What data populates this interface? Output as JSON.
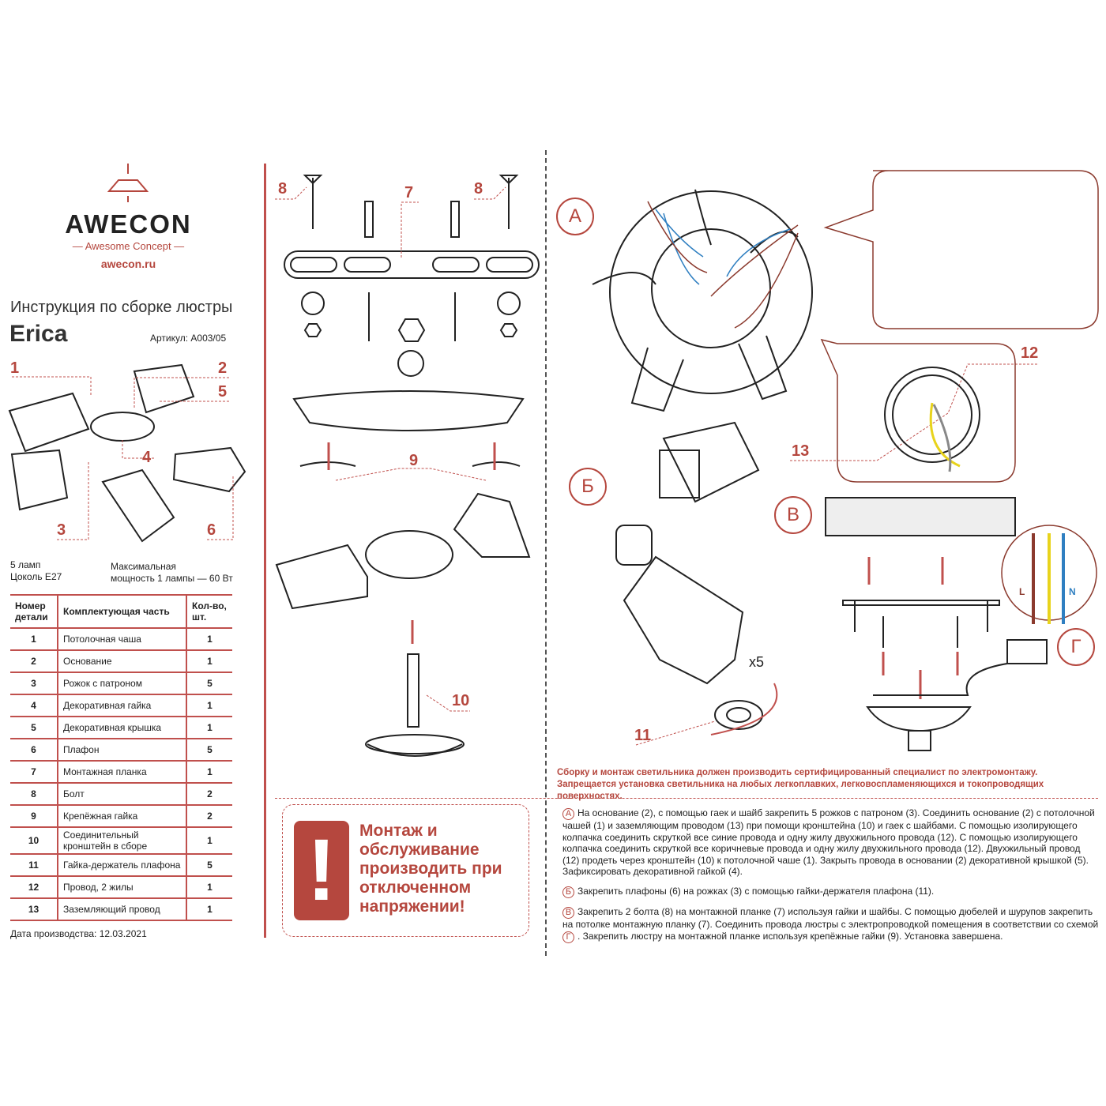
{
  "brand": {
    "name": "AWECON",
    "tagline": "— Awesome Concept —",
    "url": "awecon.ru"
  },
  "doc": {
    "title": "Инструкция по сборке люстры",
    "model": "Erica",
    "article": "Артикул: A003/05"
  },
  "specs": {
    "lamps": "5 ламп",
    "base": "Цоколь E27",
    "power_line1": "Максимальная",
    "power_line2": "мощность 1 лампы — 60 Вт"
  },
  "table": {
    "headers": [
      "Номер детали",
      "Комплектующая часть",
      "Кол-во, шт."
    ],
    "rows": [
      [
        "1",
        "Потолочная чаша",
        "1"
      ],
      [
        "2",
        "Основание",
        "1"
      ],
      [
        "3",
        "Рожок с патроном",
        "5"
      ],
      [
        "4",
        "Декоративная гайка",
        "1"
      ],
      [
        "5",
        "Декоративная крышка",
        "1"
      ],
      [
        "6",
        "Плафон",
        "5"
      ],
      [
        "7",
        "Монтажная планка",
        "1"
      ],
      [
        "8",
        "Болт",
        "2"
      ],
      [
        "9",
        "Крепёжная гайка",
        "2"
      ],
      [
        "10",
        "Соединительный кронштейн в сборе",
        "1"
      ],
      [
        "11",
        "Гайка-держатель плафона",
        "5"
      ],
      [
        "12",
        "Провод, 2 жилы",
        "1"
      ],
      [
        "13",
        "Заземляющий провод",
        "1"
      ]
    ]
  },
  "production_date": "Дата производства: 12.03.2021",
  "labels": {
    "l1": "1",
    "l2": "2",
    "l3": "3",
    "l4": "4",
    "l5": "5",
    "l6": "6",
    "l7": "7",
    "l8a": "8",
    "l8b": "8",
    "l9": "9",
    "l10": "10",
    "l11": "11",
    "l12": "12",
    "l13": "13",
    "x5": "x5",
    "A": "А",
    "B": "Б",
    "V": "В",
    "G": "Г",
    "L": "L",
    "N": "N"
  },
  "warning": "Монтаж и обслуживание производить при отключенном напряжении!",
  "notice": {
    "line1": "Сборку и монтаж светильника должен производить сертифицированный специалист по электромонтажу.",
    "line2": "Запрещается установка светильника на любых легкоплавких, легковоспламеняющихся и токопроводящих поверхностях."
  },
  "steps": [
    {
      "marker": "А",
      "text": "На основание (2), с помощью гаек и шайб закрепить 5 рожков с патроном (3). Соединить основание (2) с потолочной чашей (1) и заземляющим проводом (13) при помощи кронштейна (10) и гаек с шайбами. С помощью изолирующего колпачка соединить скруткой все синие провода и одну жилу двухжильного провода (12). С помощью изолирующего колпачка соединить скруткой все коричневые провода и одну жилу двухжильного провода (12). Двухжильный провод (12) продеть через кронштейн (10) к потолочной чаше (1). Закрыть провода в основании (2) декоративной крышкой (5). Зафиксировать декоративной гайкой (4)."
    },
    {
      "marker": "Б",
      "text": "Закрепить плафоны (6) на рожках (3) с помощью гайки-держателя плафона (11)."
    },
    {
      "marker": "В",
      "text": "Закрепить 2 болта (8) на монтажной планке (7) используя гайки и шайбы. С помощью дюбелей и шурупов закрепить на потолке монтажную планку (7). Соединить провода люстры с электропроводкой помещения в соответствии со схемой",
      "marker2": "Г",
      "text2": ". Закрепить люстру на монтажной планке используя крепёжные гайки (9). Установка завершена."
    }
  ],
  "colors": {
    "accent": "#b5473e",
    "wire_brown": "#8b3a2e",
    "wire_blue": "#2f7fc1",
    "wire_yellow": "#e8d31c"
  }
}
